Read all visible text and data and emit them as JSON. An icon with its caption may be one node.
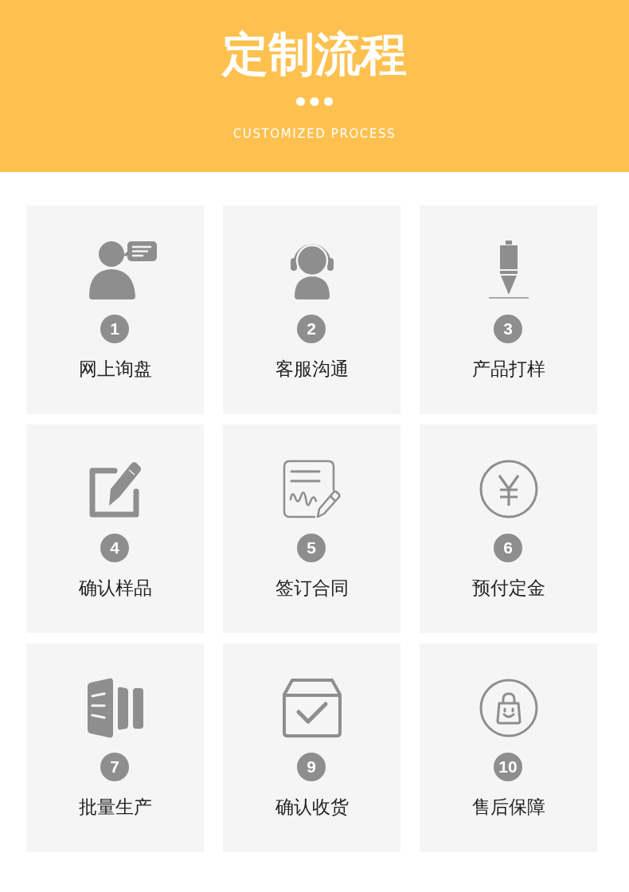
{
  "diagram": {
    "title": "定制流程",
    "nodes": [
      {
        "text": [
          "网上询盘"
        ]
      },
      {
        "text": [
          "1"
        ],
        "in": 0
      },
      {
        "text": [
          "客服沟通"
        ]
      },
      {
        "text": [
          "2"
        ],
        "in": 2
      },
      {
        "text": [
          "产品打样"
        ]
      },
      {
        "text": [
          "3"
        ],
        "in": 4
      },
      {
        "text": [
          "确认样品"
        ]
      },
      {
        "text": [
          "4"
        ],
        "in": 6
      },
      {
        "text": [
          "签订合同"
        ]
      },
      {
        "text": [
          "5"
        ],
        "in": 8
      },
      {
        "text": [
          "预付定金"
        ]
      },
      {
        "text": [
          "6"
        ],
        "in": 10
      },
      {
        "text": [
          "批量生产"
        ]
      },
      {
        "text": [
          "7"
        ],
        "in": 12
      },
      {
        "text": [
          "确认收货"
        ]
      },
      {
        "text": [
          "9"
        ],
        "in": 14
      },
      {
        "text": [
          "售后保障"
        ]
      },
      {
        "text": [
          "10"
        ],
        "in": 16
      }
    ],
    "edges": [],
    "labels": [
      "CUSTOMIZED PROCESS"
    ]
  }
}
